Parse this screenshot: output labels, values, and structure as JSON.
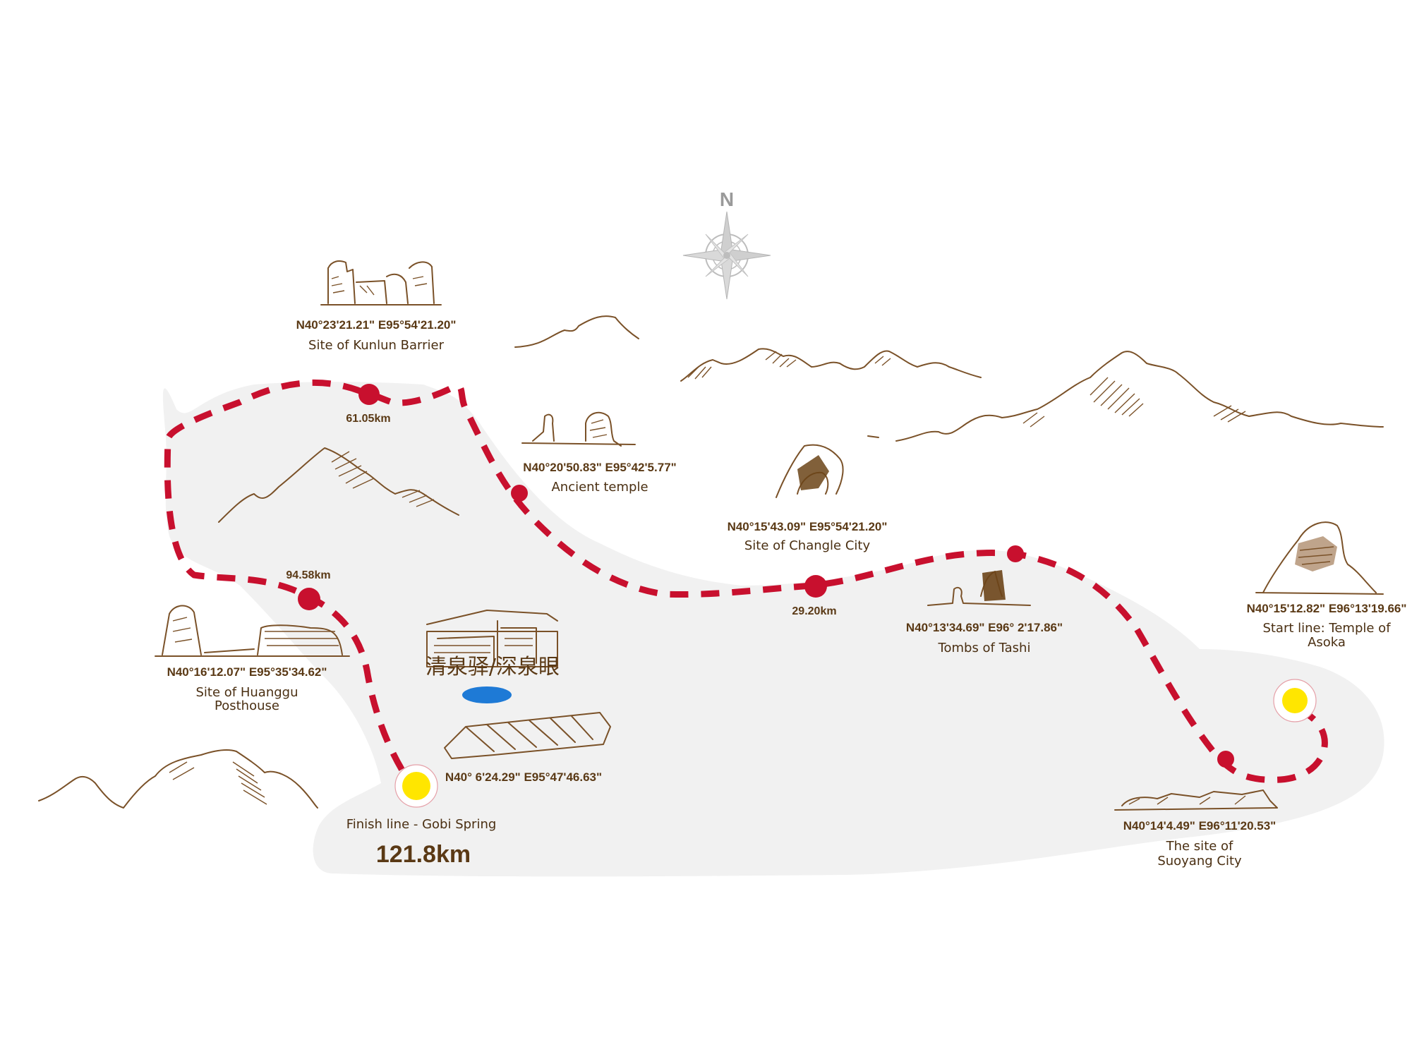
{
  "compass": {
    "label": "N"
  },
  "route_color": "#c8102e",
  "start_finish_color": "#ffe600",
  "brown": "#5a3915",
  "sites": {
    "kunlun": {
      "coord": "N40°23'21.21\"  E95°54'21.20\"",
      "name": "Site of Kunlun Barrier"
    },
    "temple": {
      "coord": "N40°20'50.83\"  E95°42'5.77\"",
      "name": "Ancient temple"
    },
    "changle": {
      "coord": "N40°15'43.09\"  E95°54'21.20\"",
      "name": "Site of Changle City"
    },
    "asoka": {
      "coord": "N40°15'12.82\"  E96°13'19.66\"",
      "name_line1": "Start line: Temple of",
      "name_line2": "Asoka"
    },
    "tashi": {
      "coord": "N40°13'34.69\"  E96° 2'17.86\"",
      "name": "Tombs of Tashi"
    },
    "huanggu": {
      "coord": "N40°16'12.07\"  E95°35'34.62\"",
      "name_line1": "Site of Huanggu",
      "name_line2": "Posthouse"
    },
    "spring": {
      "coord": "N40° 6'24.29\"  E95°47'46.63\"",
      "cn": "清泉驿/深泉眼"
    },
    "suoyang": {
      "coord": "N40°14'4.49\"  E96°11'20.53\"",
      "name_line1": "The site of",
      "name_line2": "Suoyang City"
    }
  },
  "distances": {
    "d1": "61.05km",
    "d2": "94.58km",
    "d3": "29.20km"
  },
  "finish": {
    "name": "Finish line - Gobi Spring",
    "total": "121.8km"
  }
}
